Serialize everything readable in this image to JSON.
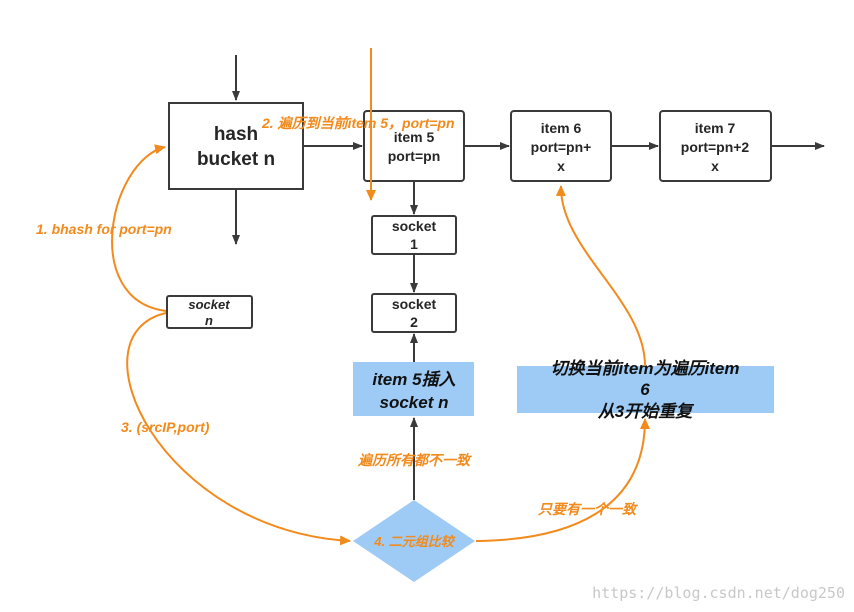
{
  "nodes": {
    "hash_bucket": [
      "hash",
      "bucket n"
    ],
    "item5": [
      "item 5",
      "port=pn"
    ],
    "item6": [
      "item 6",
      "port=pn+",
      "x"
    ],
    "item7": [
      "item 7",
      "port=pn+2",
      "x"
    ],
    "socket1": [
      "socket",
      "1"
    ],
    "socket2": [
      "socket",
      "2"
    ],
    "socketn": [
      "socket",
      "n"
    ],
    "insert_box": [
      "item 5插入",
      "socket n"
    ],
    "switch_box": [
      "切换当前item为遍历item",
      "6",
      "从3开始重复"
    ],
    "compare": "4. 二元组比较"
  },
  "labels": {
    "traverse": "2. 遍历到当前item 5，port=pn",
    "bhash": "1. bhash for port=pn",
    "tuple": "3. (srcIP,port)",
    "all_differ": "遍历所有都不一致",
    "any_match": "只要有一个一致"
  },
  "watermark": "https://blog.csdn.net/dog250",
  "colors": {
    "orange": "#f28a1c",
    "blue_fill": "#9ecbf5",
    "box_stroke": "#3a3a3a",
    "text": "#262626"
  }
}
